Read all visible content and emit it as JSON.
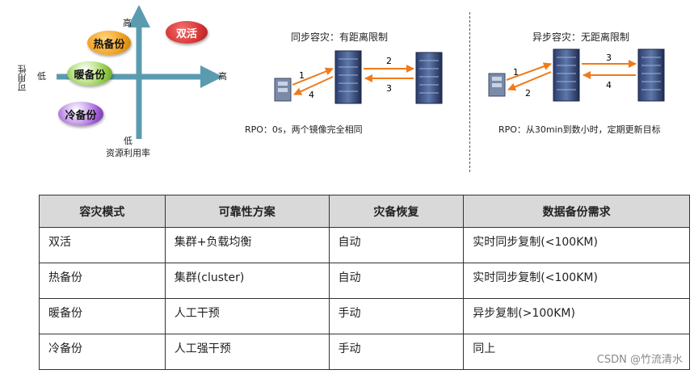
{
  "quadrant": {
    "y_axis_label": "可用性",
    "y_high": "高",
    "y_low": "低",
    "x_axis_label": "资源利用率",
    "x_high": "高",
    "x_low": "低",
    "bubbles": {
      "shuanghuo": "双活",
      "rebeifen": "热备份",
      "nuanbeifen": "暖备份",
      "lengbeifen": "冷备份"
    },
    "colors": {
      "axis": "#5b9bb0",
      "shuanghuo": "#d93535",
      "rebeifen": "#f0a020",
      "nuanbeifen": "#8cc63f",
      "lengbeifen": "#9b59d0"
    }
  },
  "sync": {
    "title": "同步容灾：有距离限制",
    "rpo": "RPO：0s，两个镜像完全相同",
    "arrows": [
      "1",
      "2",
      "3",
      "4"
    ]
  },
  "async": {
    "title": "异步容灾：无距离限制",
    "rpo": "RPO：从30min到数小时，定期更新目标",
    "arrows": [
      "1",
      "2",
      "3",
      "4"
    ]
  },
  "table": {
    "headers": [
      "容灾模式",
      "可靠性方案",
      "灾备恢复",
      "数据备份需求"
    ],
    "rows": [
      [
        "双活",
        "集群+负载均衡",
        "自动",
        "实时同步复制(<100KM)"
      ],
      [
        "热备份",
        "集群(cluster)",
        "自动",
        "实时同步复制(<100KM)"
      ],
      [
        "暖备份",
        "人工干预",
        "手动",
        "异步复制(>100KM)"
      ],
      [
        "冷备份",
        "人工强干预",
        "手动",
        "同上"
      ]
    ]
  },
  "watermark": "CSDN @竹流清水"
}
